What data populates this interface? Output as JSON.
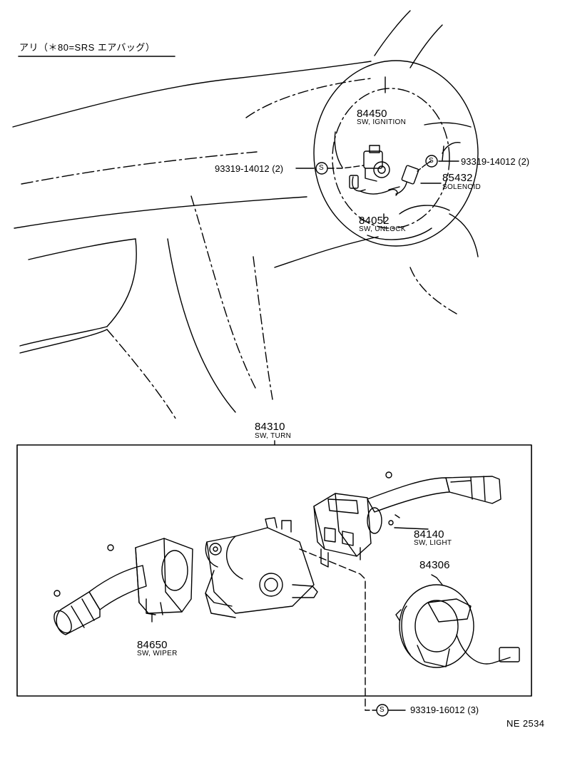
{
  "header": {
    "note": "アリ（＊80=SRS エアバッグ）"
  },
  "callouts": {
    "sw_ignition": {
      "number": "84450",
      "name": "SW, IGNITION"
    },
    "solenoid": {
      "number": "85432",
      "name": "SOLENOID"
    },
    "sw_unlock": {
      "number": "84052",
      "name": "SW, UNLOCK"
    },
    "sw_turn": {
      "number": "84310",
      "name": "SW, TURN"
    },
    "sw_light": {
      "number": "84140",
      "name": "SW, LIGHT"
    },
    "spiral_cable": {
      "number": "84306"
    },
    "sw_wiper": {
      "number": "84650",
      "name": "SW, WIPER"
    }
  },
  "screws": {
    "left_upper": {
      "symbol": "S",
      "part": "93319-14012 (2)"
    },
    "right_upper": {
      "symbol": "S",
      "part": "93319-14012 (2)"
    },
    "bottom": {
      "symbol": "S",
      "part": "93319-16012 (3)"
    }
  },
  "footer": {
    "code": "NE 2534"
  }
}
